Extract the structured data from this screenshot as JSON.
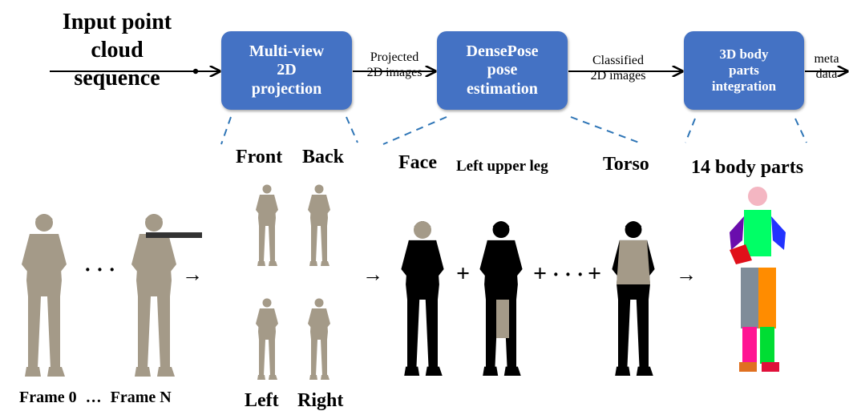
{
  "input_label": [
    "Input point",
    "cloud",
    "sequence"
  ],
  "boxes": {
    "projection": [
      "Multi-view",
      "2D",
      "projection"
    ],
    "densepose": [
      "DensePose",
      "pose",
      "estimation"
    ],
    "integration": [
      "3D body",
      "parts",
      "integration"
    ]
  },
  "arrow_labels": {
    "projected": [
      "Projected",
      "2D images"
    ],
    "classified": [
      "Classified",
      "2D images"
    ],
    "output": [
      "meta",
      "data"
    ]
  },
  "frames": {
    "first": "Frame 0",
    "ellipsis_between": "…",
    "last": "Frame N",
    "dots": "· · ·"
  },
  "views": {
    "front": "Front",
    "back": "Back",
    "left": "Left",
    "right": "Right"
  },
  "parts": {
    "face": "Face",
    "left_upper_leg": "Left upper leg",
    "torso": "Torso"
  },
  "plus_signs": {
    "plus": "+",
    "dots": "· · ·"
  },
  "result_label": "14 body parts",
  "arrow_glyph": "→",
  "colors": {
    "box_fill": "#4472c4",
    "dashed_line": "#2e75b6",
    "silhouette": "#000000",
    "camo": "#a49a88"
  }
}
